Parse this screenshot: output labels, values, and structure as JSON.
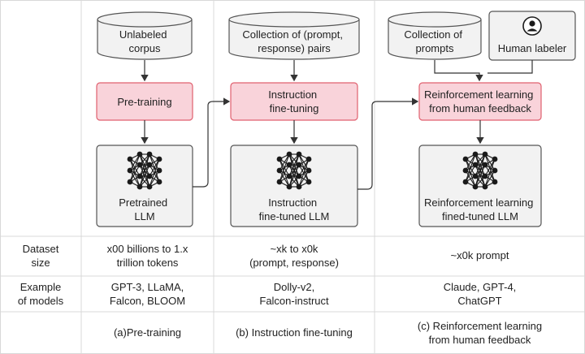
{
  "stages": [
    {
      "input": [
        "Unlabeled",
        "corpus"
      ],
      "process": [
        "Pre-training"
      ],
      "output": [
        "Pretrained",
        "LLM"
      ]
    },
    {
      "input": [
        "Collection of (prompt,",
        "response) pairs"
      ],
      "process": [
        "Instruction",
        "fine-tuning"
      ],
      "output": [
        "Instruction",
        "fine-tuned LLM"
      ]
    },
    {
      "input": [
        "Collection of",
        "prompts"
      ],
      "extra_input": "Human labeler",
      "process": [
        "Reinforcement learning",
        "from human feedback"
      ],
      "output": [
        "Reinforcement learning",
        "fined-tuned LLM"
      ]
    }
  ],
  "table": {
    "rows": [
      {
        "header": [
          "Dataset",
          "size"
        ],
        "cells": [
          [
            "x00 billions to 1.x",
            "trillion tokens"
          ],
          [
            "~xk to x0k",
            "(prompt, response)"
          ],
          [
            "~x0k prompt"
          ]
        ]
      },
      {
        "header": [
          "Example",
          "of models"
        ],
        "cells": [
          [
            "GPT-3, LLaMA,",
            "Falcon, BLOOM"
          ],
          [
            "Dolly-v2,",
            "Falcon-instruct"
          ],
          [
            "Claude, GPT-4,",
            "ChatGPT"
          ]
        ]
      },
      {
        "header": [],
        "cells": [
          [
            "(a)Pre-training"
          ],
          [
            "(b) Instruction fine-tuning"
          ],
          [
            "(c) Reinforcement learning",
            "from human feedback"
          ]
        ]
      }
    ]
  },
  "icons": {
    "network": "neural-network-icon",
    "person": "person-icon"
  },
  "colors": {
    "process_fill": "#f9d3da",
    "process_stroke": "#e0606f",
    "box_fill": "#f2f2f2",
    "box_stroke": "#555555",
    "grid": "#d8d8d8",
    "icon": "#1a1a1a"
  }
}
